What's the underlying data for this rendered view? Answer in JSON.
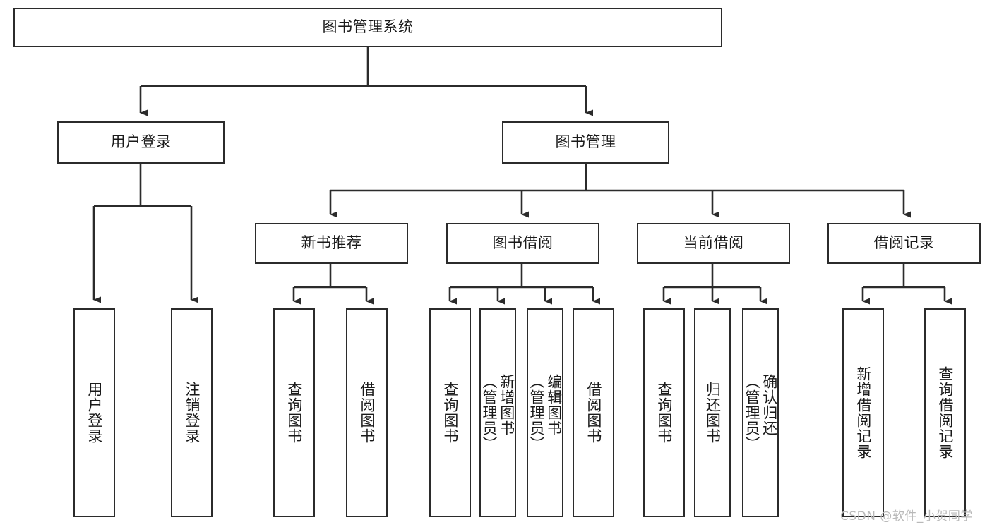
{
  "diagram": {
    "title_node": {
      "label": "图书管理系统"
    },
    "level2": [
      {
        "label": "用户登录"
      },
      {
        "label": "图书管理"
      }
    ],
    "level3": [
      {
        "label": "新书推荐"
      },
      {
        "label": "图书借阅"
      },
      {
        "label": "当前借阅"
      },
      {
        "label": "借阅记录"
      }
    ],
    "leaves": {
      "user_login": [
        {
          "label": "用户登录"
        },
        {
          "label": "注销登录"
        }
      ],
      "new_book_recommend": [
        {
          "label": "查询图书"
        },
        {
          "label": "借阅图书"
        }
      ],
      "book_borrow": [
        {
          "label": "查询图书"
        },
        {
          "label": "新增图书\n（管理员）"
        },
        {
          "label": "编辑图书\n（管理员）"
        },
        {
          "label": "借阅图书"
        }
      ],
      "current_borrow": [
        {
          "label": "查询图书"
        },
        {
          "label": "归还图书"
        },
        {
          "label": "确认归还\n（管理员）"
        }
      ],
      "borrow_record": [
        {
          "label": "新增借阅记录"
        },
        {
          "label": "查询借阅记录"
        }
      ]
    },
    "watermark": {
      "text": "CSDN @软件_小贺同学"
    },
    "colors": {
      "border": "#2b2b2b",
      "connector": "#2b2b2b",
      "background": "#ffffff",
      "text": "#1a1a1a",
      "watermark": "#b9b9b9"
    }
  }
}
